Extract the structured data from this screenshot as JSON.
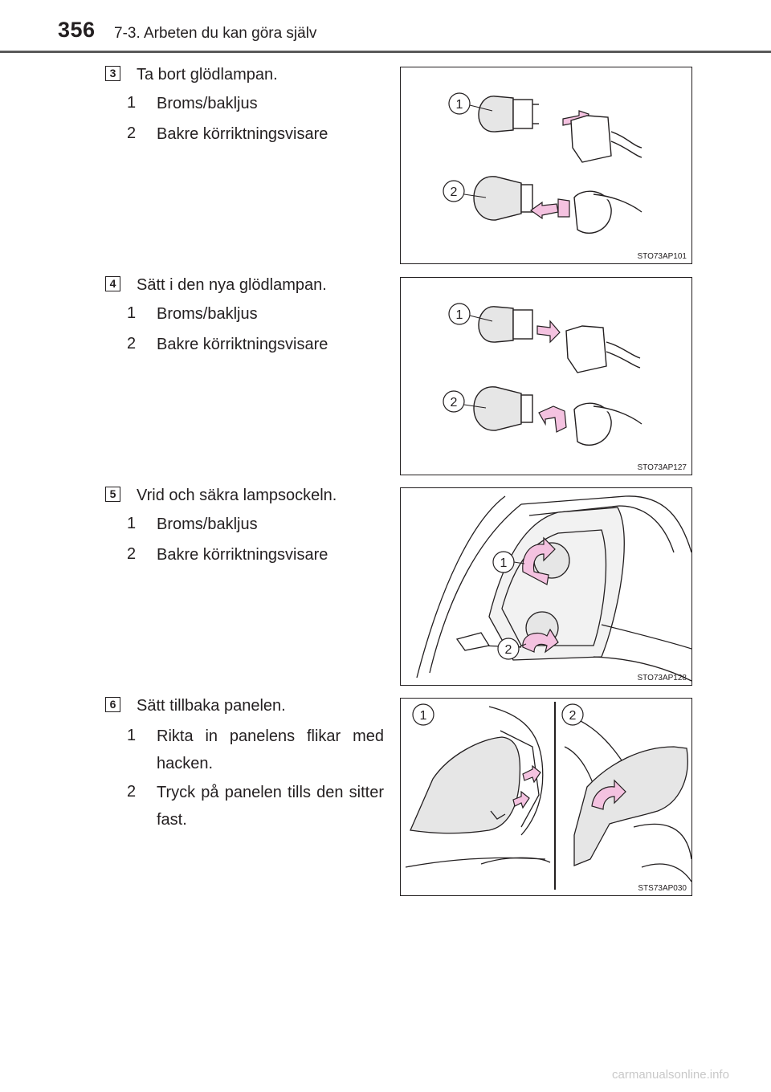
{
  "header": {
    "page_number": "356",
    "section": "7-3. Arbeten du kan göra själv"
  },
  "steps": [
    {
      "num": "3",
      "title": "Ta bort glödlampan.",
      "subs": [
        {
          "num": "1",
          "text": "Broms/bakljus"
        },
        {
          "num": "2",
          "text": "Bakre körriktningsvisare"
        }
      ],
      "figure": {
        "code": "STO73AP101",
        "callouts": [
          "1",
          "2"
        ]
      }
    },
    {
      "num": "4",
      "title": "Sätt i den nya glödlampan.",
      "subs": [
        {
          "num": "1",
          "text": "Broms/bakljus"
        },
        {
          "num": "2",
          "text": "Bakre körriktningsvisare"
        }
      ],
      "figure": {
        "code": "STO73AP127",
        "callouts": [
          "1",
          "2"
        ]
      }
    },
    {
      "num": "5",
      "title": "Vrid och säkra lampsockeln.",
      "subs": [
        {
          "num": "1",
          "text": "Broms/bakljus"
        },
        {
          "num": "2",
          "text": "Bakre körriktningsvisare"
        }
      ],
      "figure": {
        "code": "STO73AP128",
        "callouts": [
          "1",
          "2"
        ]
      }
    },
    {
      "num": "6",
      "title": "Sätt tillbaka panelen.",
      "subs": [
        {
          "num": "1",
          "text": "Rikta in panelens flikar med hacken."
        },
        {
          "num": "2",
          "text": "Tryck på panelen tills den sitter fast."
        }
      ],
      "figure": {
        "code": "STS73AP030",
        "callouts": [
          "1",
          "2"
        ]
      }
    }
  ],
  "colors": {
    "arrow_fill": "#f4c2e0",
    "line": "#231f20",
    "bulb_fill": "#e6e6e6",
    "header_rule": "#5a5a5a"
  },
  "watermark": "carmanualsonline.info"
}
